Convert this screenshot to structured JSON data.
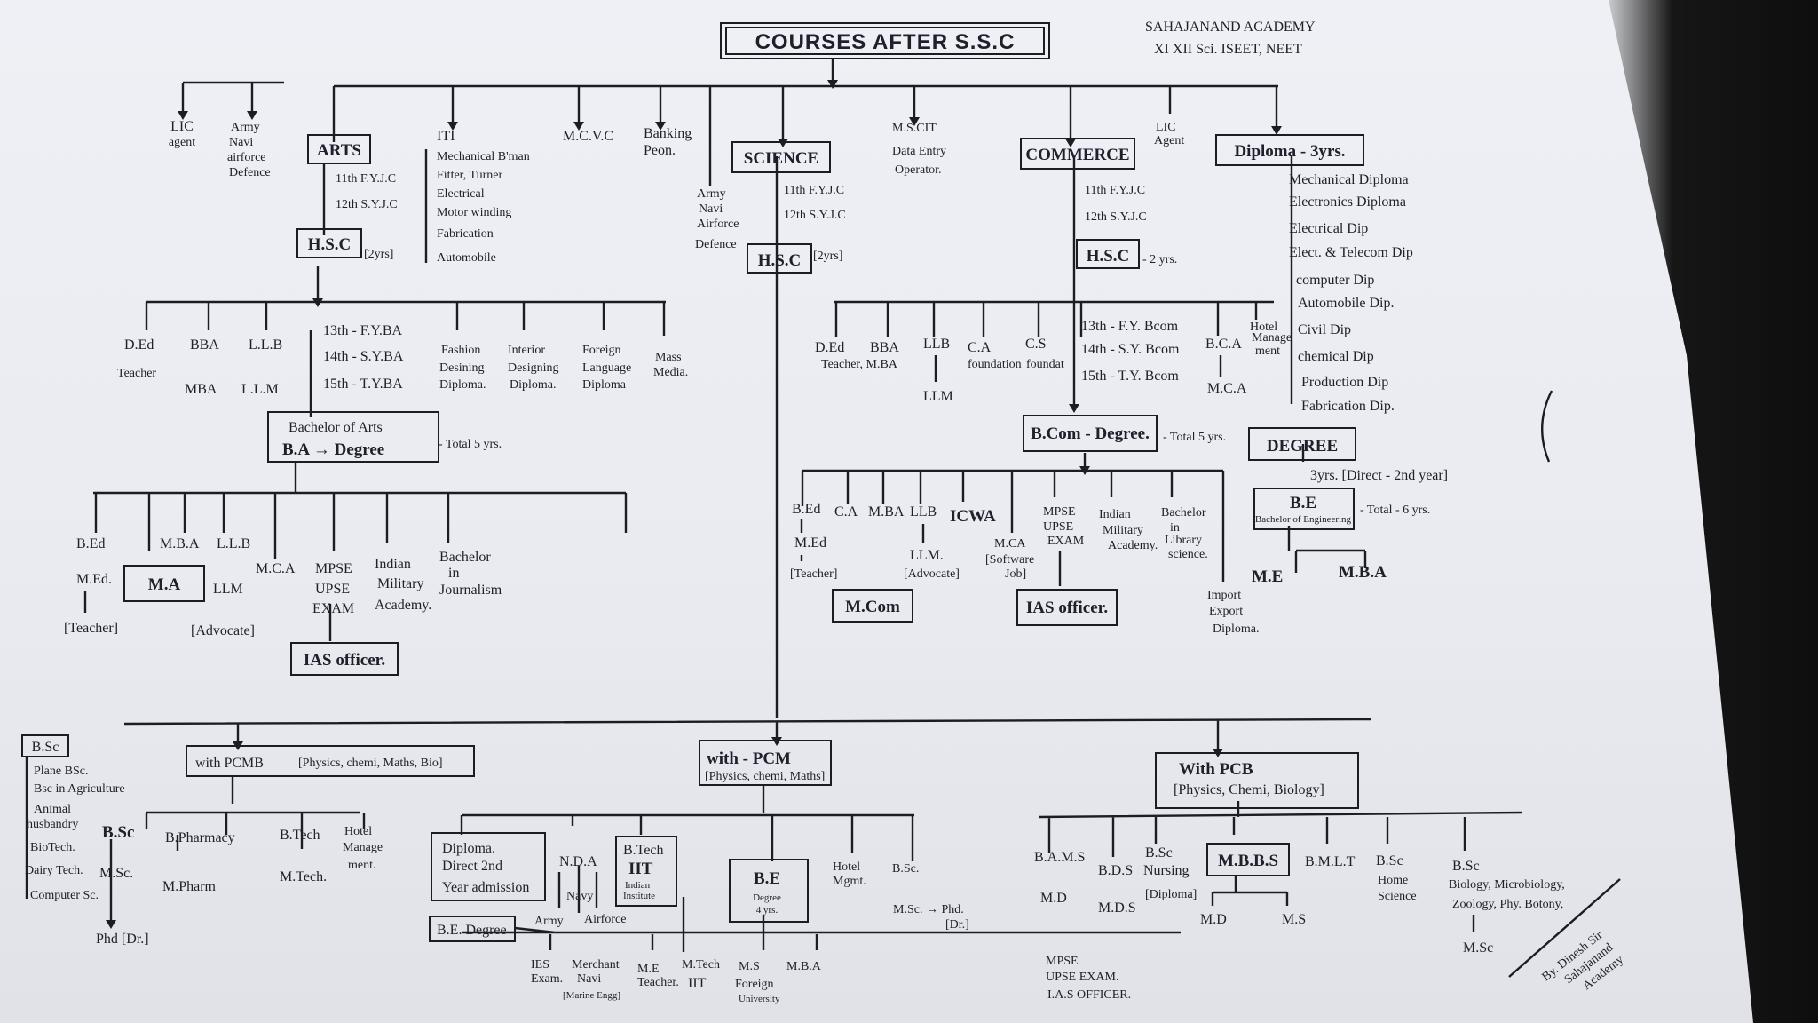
{
  "title": "COURSES AFTER S.S.C",
  "academy": {
    "name": "SAHAJANAND ACADEMY",
    "subtitle": "XI XII Sci. ISEET, NEET"
  },
  "top": {
    "lic_agent": [
      "LIC",
      "agent"
    ],
    "army": [
      "Army",
      "Navi",
      "airforce",
      "Defence"
    ],
    "iti": {
      "title": "ITI",
      "items": [
        "Mechanical B'man",
        "Fitter, Turner",
        "Electrical",
        "Motor winding",
        "Fabrication",
        "Automobile"
      ]
    },
    "mcvc": "M.C.V.C",
    "banking": [
      "Banking",
      "Peon."
    ],
    "army2": [
      "Army",
      "Navi",
      "Airforce",
      "Defence"
    ],
    "mscit": [
      "M.S.CIT",
      "Data Entry",
      "Operator."
    ],
    "lic2": [
      "LIC",
      "Agent"
    ]
  },
  "arts": {
    "title": "ARTS",
    "fyjc": "11th F.Y.J.C",
    "syjc": "12th S.Y.J.C",
    "hsc": "H.S.C",
    "hsc_years": "[2yrs]",
    "branches": [
      "D.Ed",
      "Teacher",
      "BBA",
      "MBA",
      "L.L.B",
      "L.L.M",
      "13th - F.Y.BA",
      "14th - S.Y.BA",
      "15th - T.Y.BA",
      "Fashion",
      "Desining",
      "Diploma.",
      "Interior",
      "Designing",
      "Diploma.",
      "Foreign",
      "Language",
      "Diploma",
      "Mass",
      "Media."
    ],
    "ba_title": "Bachelor of Arts",
    "ba": "B.A → Degree",
    "ba_total": "- Total 5 yrs.",
    "after_ba": [
      "B.Ed",
      "M.Ed.",
      "[Teacher]",
      "M.B.A",
      "M.A",
      "L.L.B",
      "LLM",
      "[Advocate]",
      "M.C.A",
      "MPSE",
      "UPSE",
      "EXAM",
      "Indian",
      "Military",
      "Academy.",
      "Bachelor",
      "in",
      "Journalism"
    ],
    "ias": "IAS officer."
  },
  "science": {
    "title": "SCIENCE",
    "fyjc": "11th F.Y.J.C",
    "syjc": "12th S.Y.J.C",
    "army": [
      "Army",
      "Navi",
      "Airforce",
      "Defence"
    ],
    "hsc": "H.S.C",
    "hsc_years": "[2yrs]"
  },
  "commerce": {
    "title": "COMMERCE",
    "fyjc": "11th F.Y.J.C",
    "syjc": "12th S.Y.J.C",
    "hsc": "H.S.C",
    "hsc_years": "- 2 yrs.",
    "branches": [
      "D.Ed",
      "Teacher, M.BA",
      "BBA",
      "LLB",
      "LLM",
      "C.A",
      "foundation",
      "C.S",
      "foundat",
      "13th - F.Y. Bcom",
      "14th - S.Y. Bcom",
      "15th - T.Y. Bcom",
      "B.C.A",
      "M.C.A",
      "Hotel",
      "Manage",
      "ment"
    ],
    "bcom": "B.Com - Degree.",
    "bcom_total": "- Total 5 yrs.",
    "after_bcom": [
      "B.Ed",
      "M.Ed",
      "[Teacher]",
      "C.A",
      "M.BA",
      "M.Com",
      "LLB",
      "LLM.",
      "[Advocate]",
      "ICWA",
      "M.CA",
      "[Software",
      "Job]",
      "MPSE",
      "UPSE",
      "EXAM",
      "IAS officer.",
      "Indian",
      "Military",
      "Academy.",
      "Bachelor",
      "in",
      "Library",
      "science.",
      "Import",
      "Export",
      "Diploma."
    ]
  },
  "diploma": {
    "title": "Diploma - 3yrs.",
    "items": [
      "Mechanical Diploma",
      "Electronics Diploma",
      "Electrical Dip",
      "Elect. & Telecom Dip",
      "computer Dip",
      "Automobile Dip.",
      "Civil Dip",
      "chemical Dip",
      "Production Dip",
      "Fabrication Dip."
    ],
    "degree": "DEGREE",
    "degree_note": "3yrs. [Direct - 2nd year]",
    "be": "B.E",
    "be_full": "Bachelor of Engineering",
    "be_total": "- Total - 6 yrs.",
    "me": "M.E",
    "mba": "M.B.A"
  },
  "pcmb": {
    "title": "with PCMB",
    "sub": "[Physics, chemi, Maths, Bio]",
    "bsc_box": "B.Sc",
    "bsc_list": [
      "Plane BSc.",
      "Bsc in Agriculture",
      "Animal",
      "husbandry",
      "BioTech.",
      "Dairy Tech.",
      "Computer Sc."
    ],
    "items": [
      "B.Sc",
      "M.Sc.",
      "Phd [Dr.]",
      "B.Pharmacy",
      "M.Pharm",
      "B.Tech",
      "M.Tech.",
      "Hotel",
      "Manage",
      "ment."
    ]
  },
  "pcm": {
    "title": "with - PCM",
    "sub": "[Physics, chemi, Maths]",
    "items": [
      "Diploma.",
      "Direct 2nd",
      "Year admission",
      "B.E. Degree",
      "N.D.A",
      "Navy",
      "Army",
      "Airforce",
      "B.Tech",
      "IIT",
      "Indian",
      "Institute",
      "B.E",
      "Degree",
      "4 yrs.",
      "Hotel",
      "Mgmt.",
      "B.Sc.",
      "M.Sc. → Phd.",
      "[Dr.]"
    ],
    "bottom": [
      "IES",
      "Exam.",
      "Merchant",
      "Navi",
      "[Marine Engg]",
      "M.E",
      "Teacher.",
      "M.Tech",
      "IIT",
      "M.S",
      "Foreign",
      "University",
      "M.B.A",
      "MPSE",
      "UPSE EXAM.",
      "I.A.S OFFICER."
    ]
  },
  "pcb": {
    "title": "With PCB",
    "sub": "[Physics, Chemi, Biology]",
    "items": [
      "B.A.M.S",
      "M.D",
      "B.D.S",
      "M.D.S",
      "B.Sc",
      "Nursing",
      "[Diploma]",
      "M.B.B.S",
      "M.D",
      "M.S",
      "B.M.L.T",
      "B.Sc",
      "Home",
      "Science",
      "B.Sc",
      "Biology, Microbiology,",
      "Zoology, Phy. Botony,",
      "M.Sc"
    ]
  },
  "signature": [
    "By. Dinesh Sir",
    "Sahajanand",
    "Academy"
  ]
}
